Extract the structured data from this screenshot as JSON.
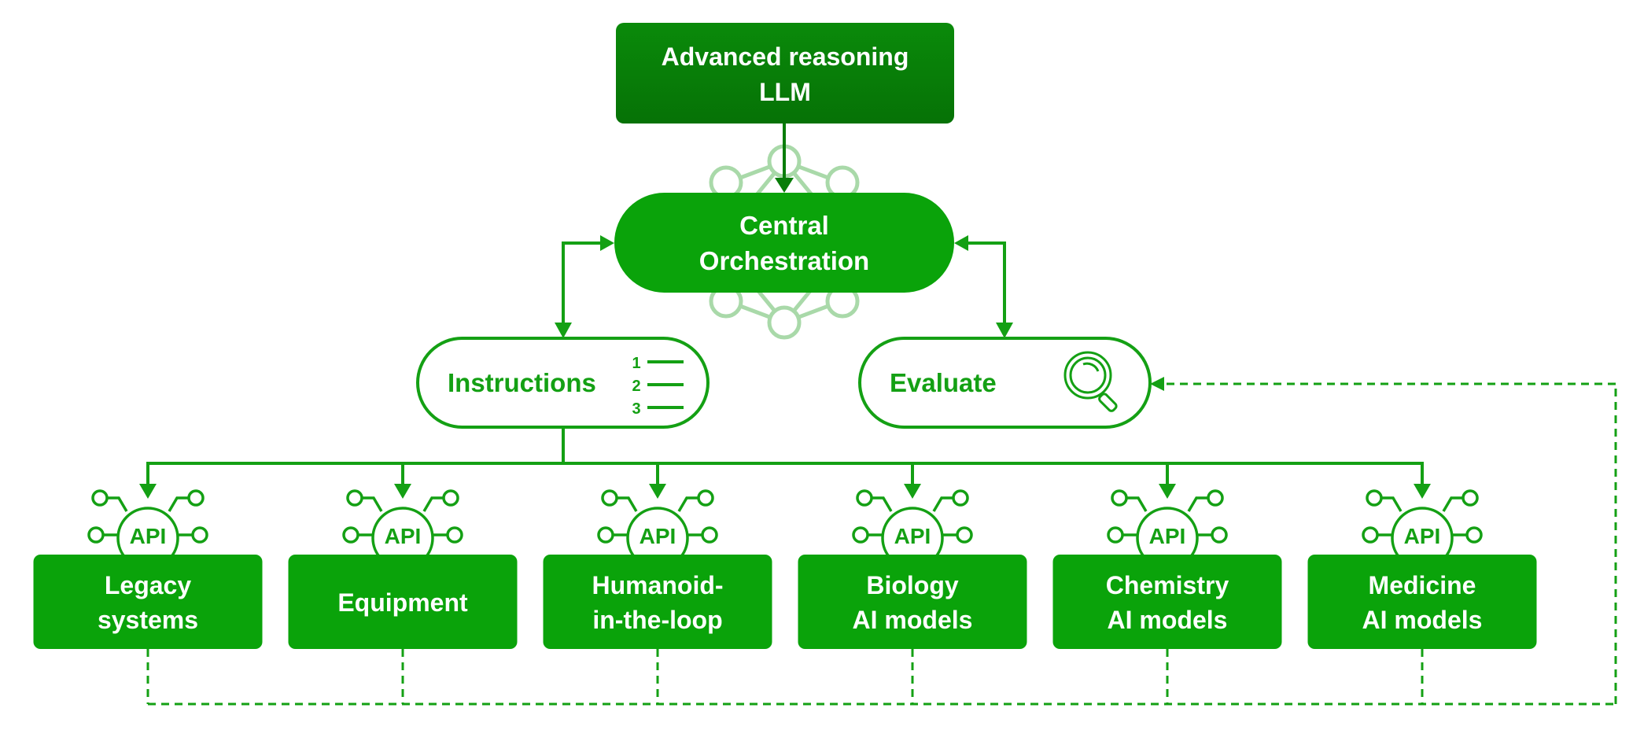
{
  "colors": {
    "llm_box": "#087d08",
    "primary": "#0aa30a",
    "stroke": "#14a014",
    "network_light": "#a9d9a9",
    "white": "#ffffff"
  },
  "llm": {
    "line1": "Advanced reasoning",
    "line2": "LLM",
    "icon": "neural-network-icon"
  },
  "orchestration": {
    "line1": "Central",
    "line2": "Orchestration"
  },
  "instructions": {
    "label": "Instructions",
    "icon": "numbered-list-icon",
    "list_numbers": [
      "1",
      "2",
      "3"
    ]
  },
  "evaluate": {
    "label": "Evaluate",
    "icon": "magnifier-icon"
  },
  "api_label": "API",
  "targets": [
    {
      "line1": "Legacy",
      "line2": "systems"
    },
    {
      "line1": "Equipment",
      "line2": ""
    },
    {
      "line1": "Humanoid-",
      "line2": "in-the-loop"
    },
    {
      "line1": "Biology",
      "line2": "AI models"
    },
    {
      "line1": "Chemistry",
      "line2": "AI models"
    },
    {
      "line1": "Medicine",
      "line2": "AI models"
    }
  ]
}
